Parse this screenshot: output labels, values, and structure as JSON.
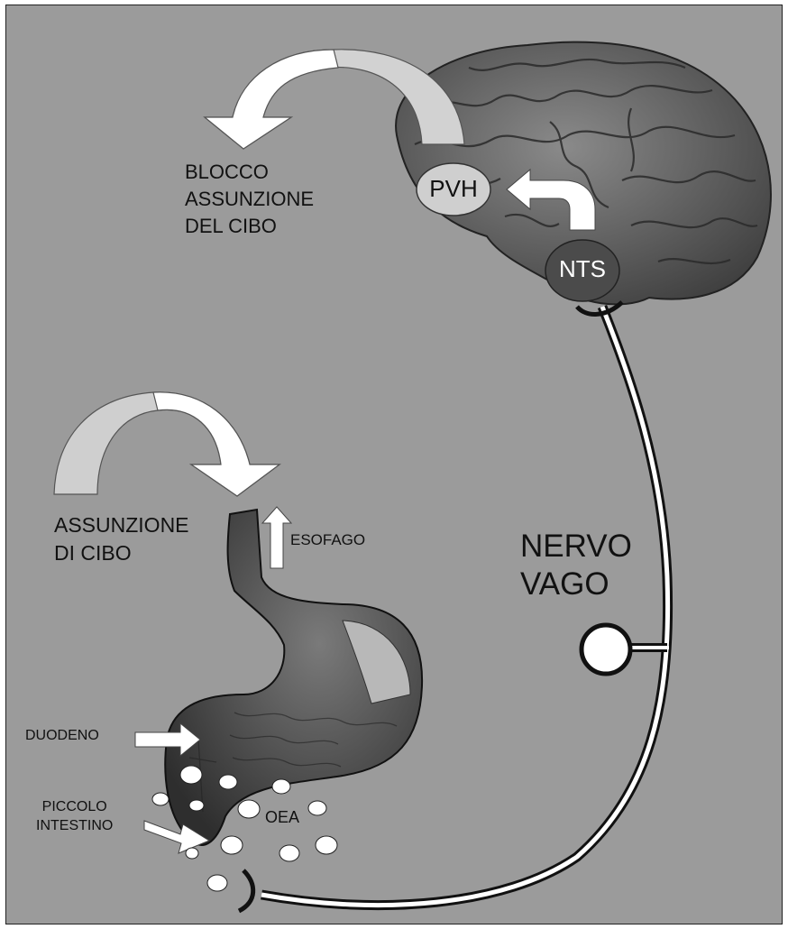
{
  "labels": {
    "blocco": "BLOCCO\nASSUNZIONE\nDEL CIBO",
    "pvh": "PVH",
    "nts": "NTS",
    "assunzione": "ASSUNZIONE\nDI CIBO",
    "esofago": "ESOFAGO",
    "nervo_vago": "NERVO\nVAGO",
    "duodeno": "DUODENO",
    "piccolo_intestino": "PICCOLO\nINTESTINO",
    "oea": "OEA"
  },
  "colors": {
    "background": "#9b9b9b",
    "brain": "#5a5a5a",
    "stomach": "#4a4a4a",
    "arrow_light": "#cfcfcf",
    "arrow_white": "#ffffff",
    "nts_fill": "#4b4b4b",
    "pvh_fill": "#cfcfcf"
  }
}
